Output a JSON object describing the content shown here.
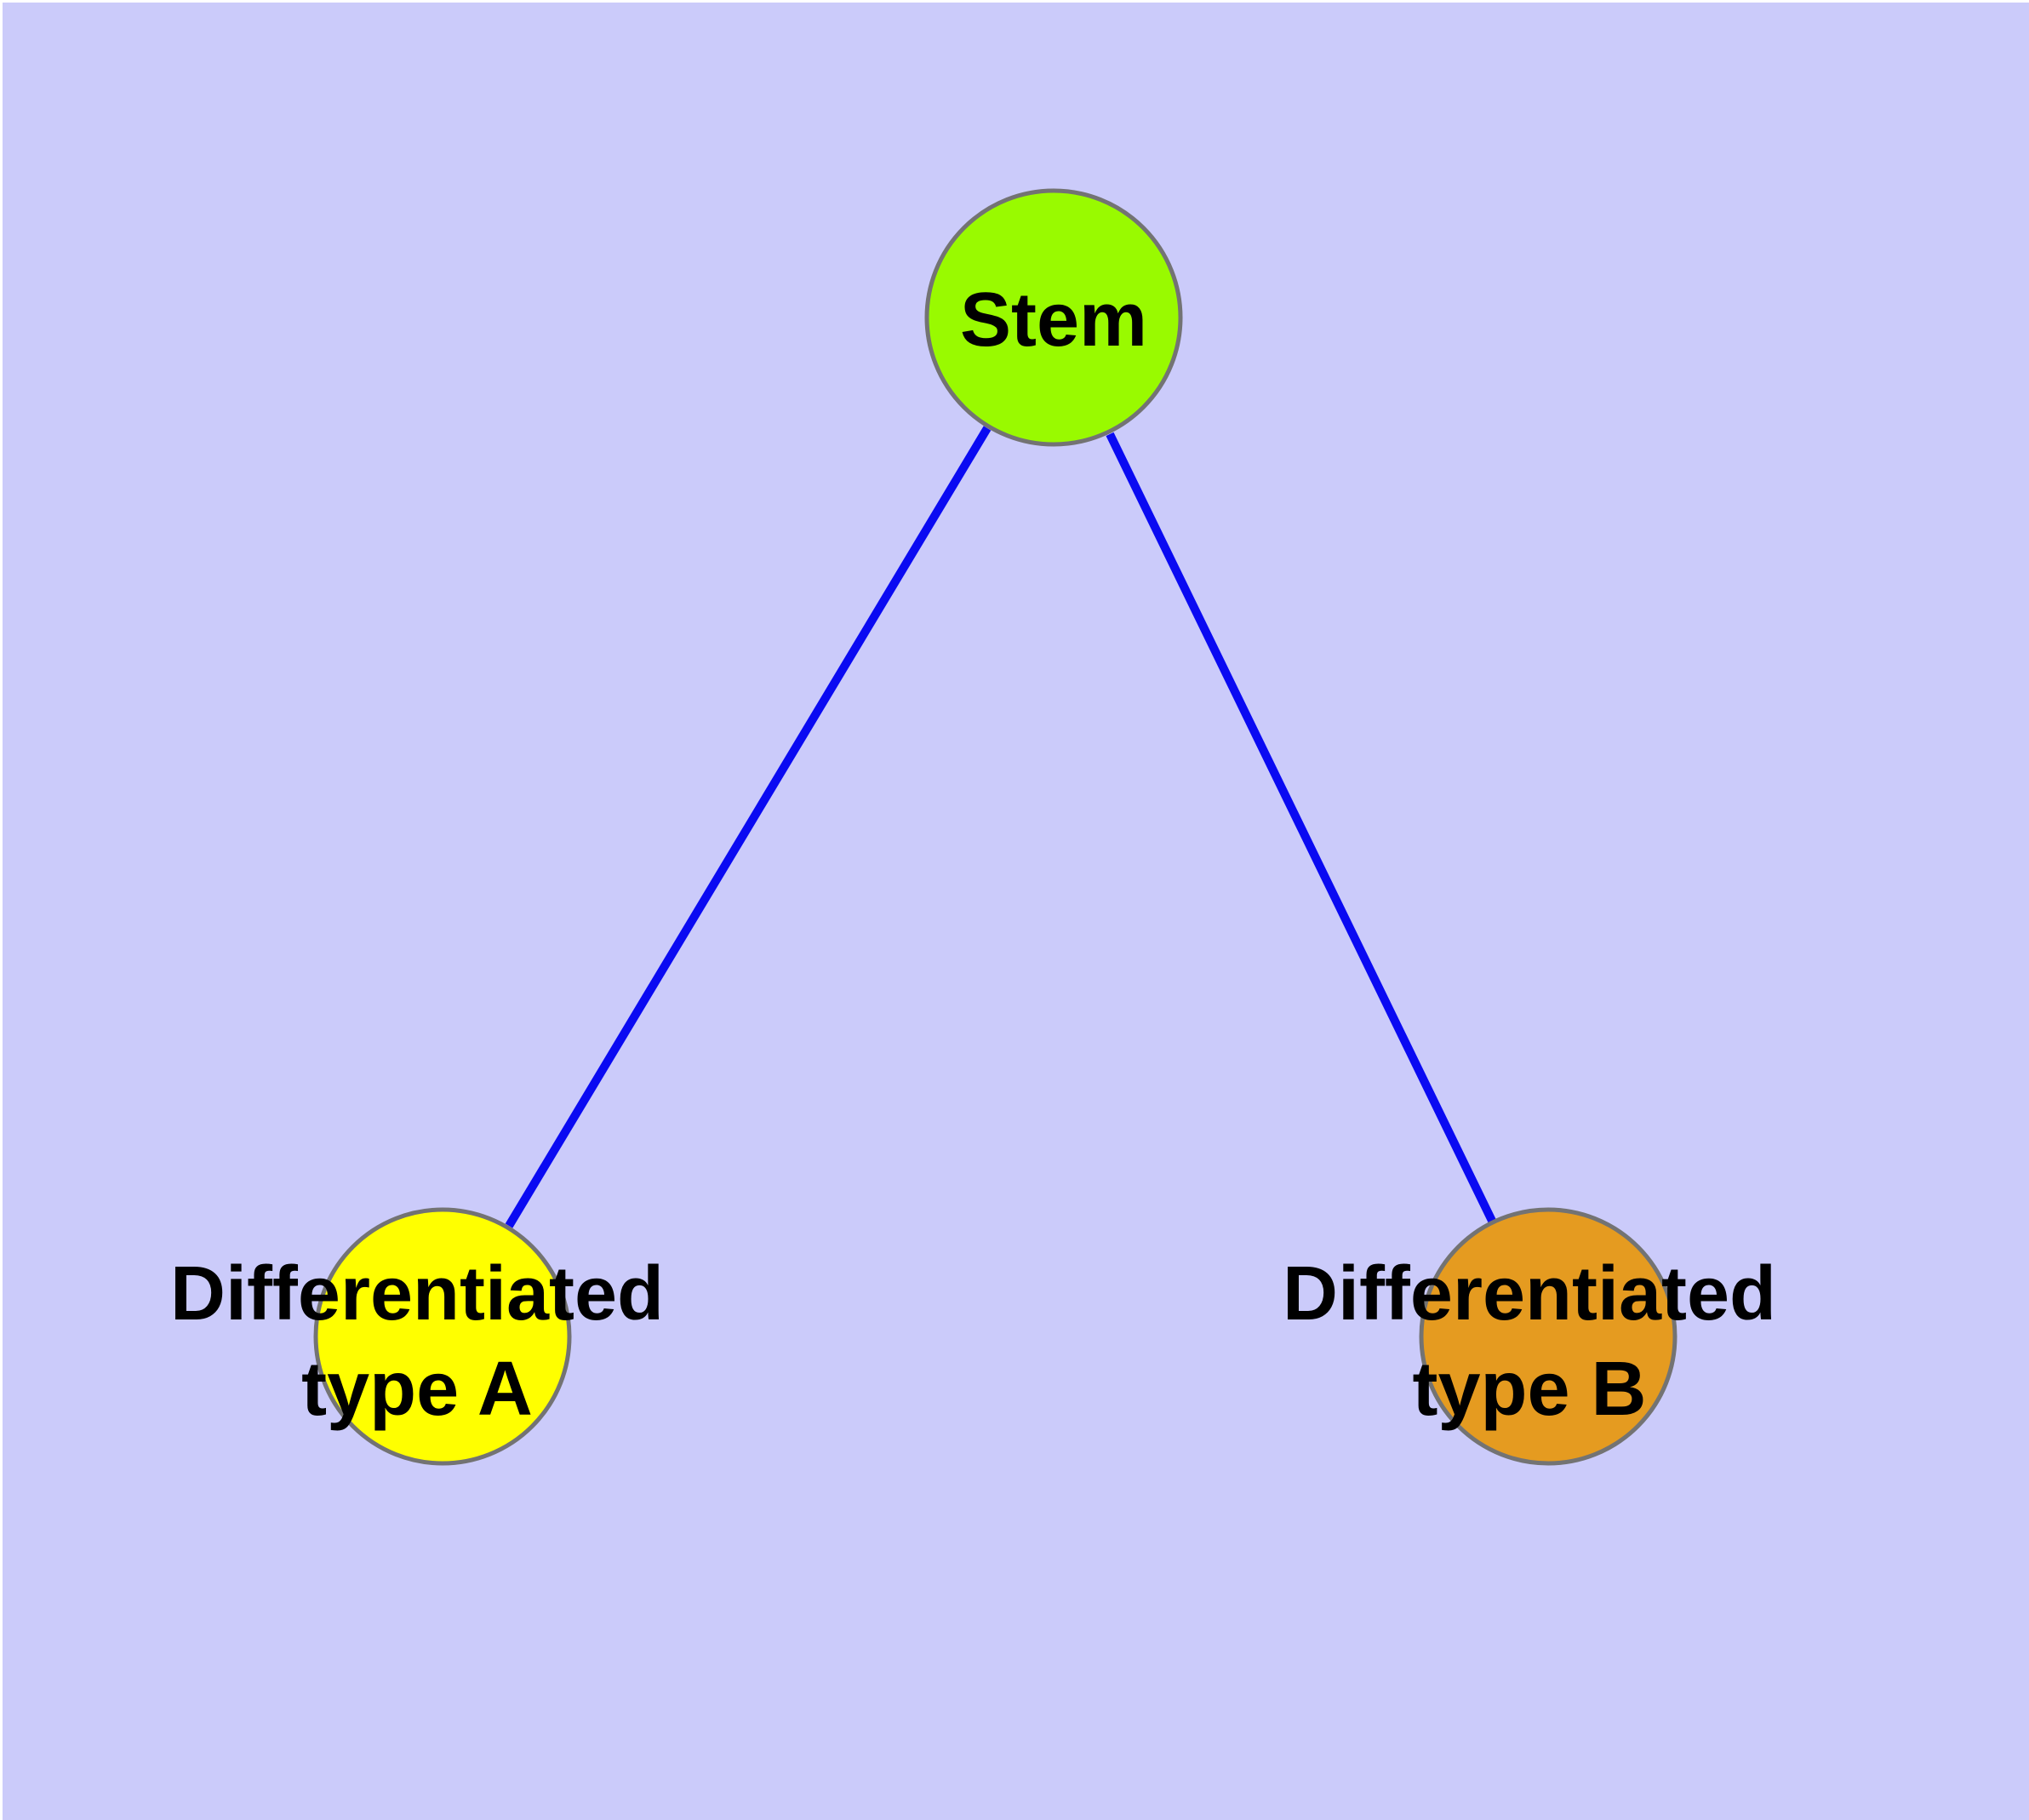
{
  "diagram": {
    "type": "graph",
    "background_color": "#CBCBFA",
    "margin_color": "#FFFFFF",
    "edge_color": "#0A0AF2",
    "node_border_color": "#737373",
    "label_color": "#000000",
    "nodes": {
      "stem": {
        "label": "Stem",
        "fill": "#99FA00"
      },
      "type_a": {
        "label_line1": "Differentiated",
        "label_line2": "type A",
        "fill": "#FFFF00"
      },
      "type_b": {
        "label_line1": "Differentiated",
        "label_line2": "type B",
        "fill": "#E59B20"
      }
    },
    "edges": [
      {
        "from": "Stem",
        "to": "Differentiated type A"
      },
      {
        "from": "Stem",
        "to": "Differentiated type B"
      }
    ]
  }
}
